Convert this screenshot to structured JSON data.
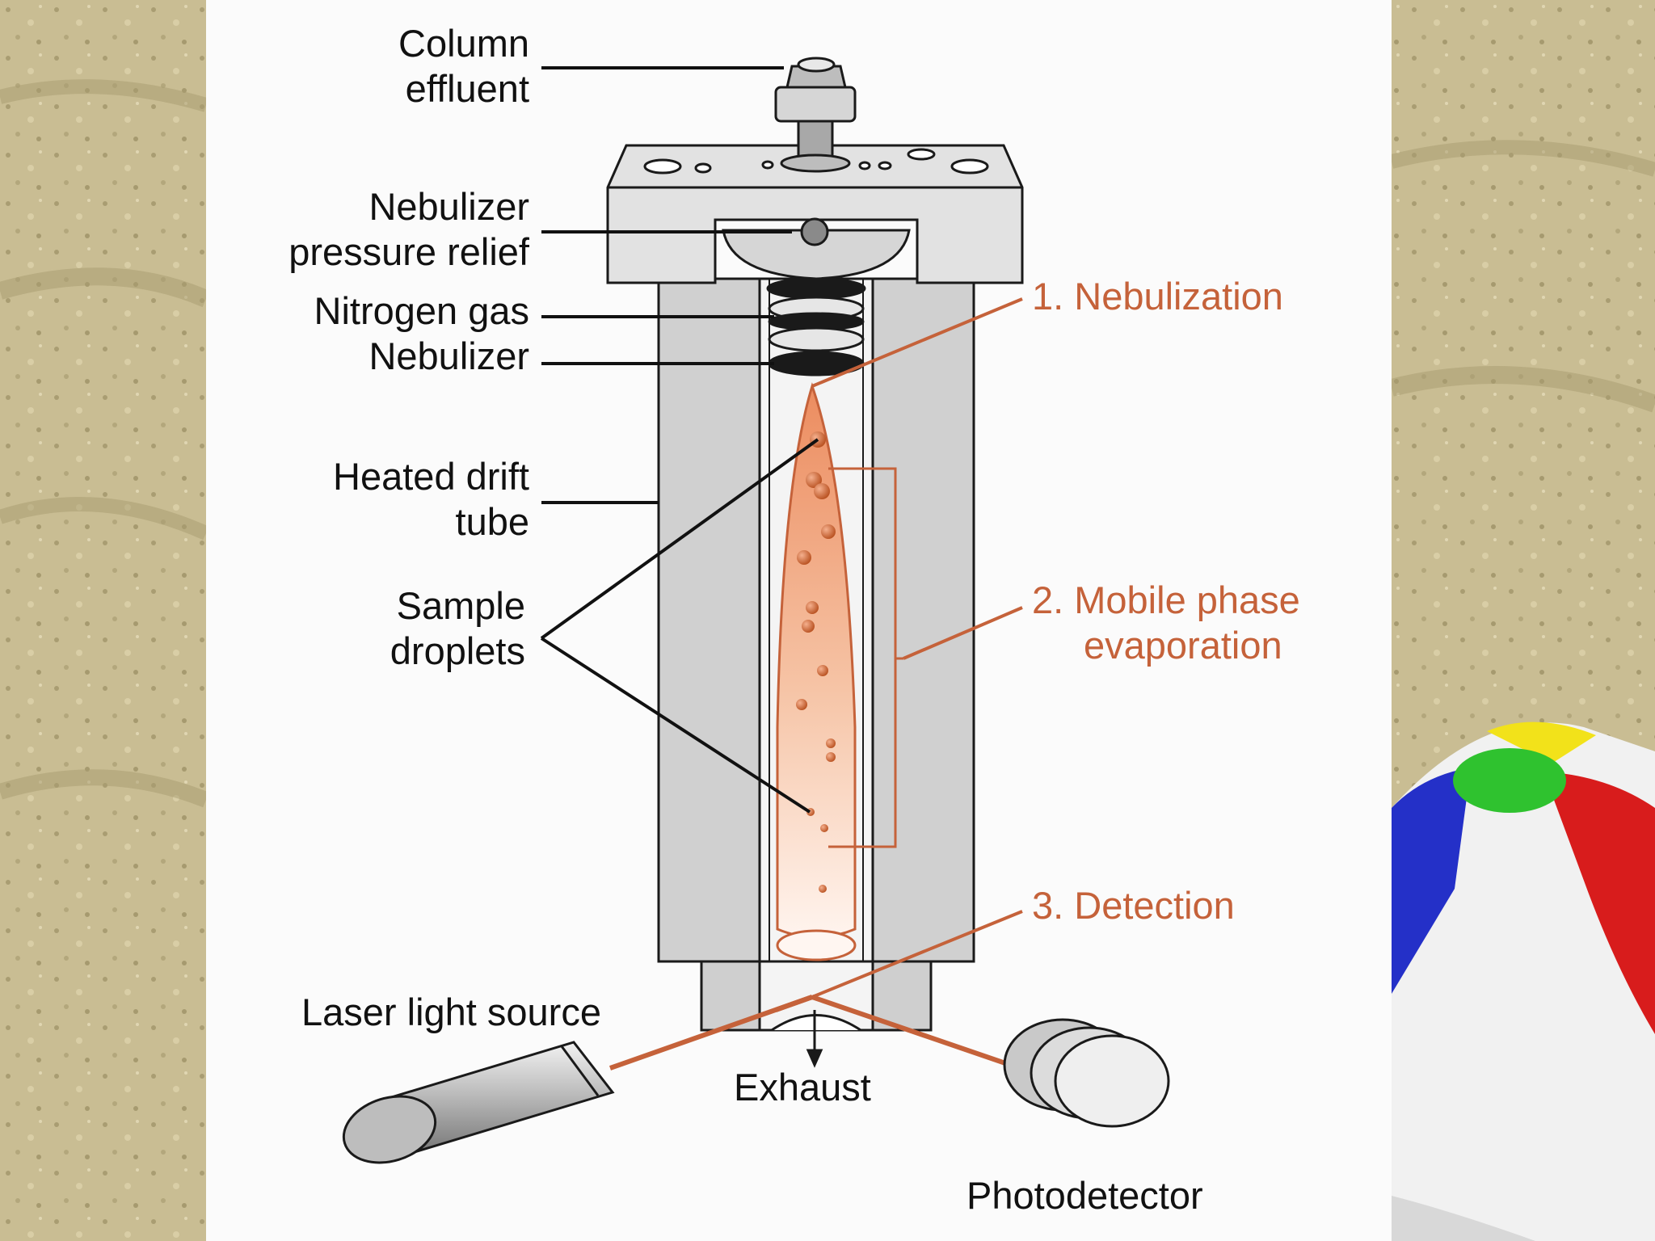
{
  "colors": {
    "sand": "#c9bd93",
    "panel": "#fbfbfb",
    "accent": "#c5623a",
    "plume_top": "#ec8c5f",
    "metal_gray": "#c7c7c7"
  },
  "labels": {
    "column_effluent": [
      "Column",
      "effluent"
    ],
    "nebulizer_pressure_relief": [
      "Nebulizer",
      "pressure relief"
    ],
    "nitrogen_gas": "Nitrogen gas",
    "nebulizer": "Nebulizer",
    "heated_drift_tube": [
      "Heated drift",
      "tube"
    ],
    "sample_droplets": [
      "Sample",
      "droplets"
    ],
    "laser_light_source": "Laser light source",
    "exhaust": "Exhaust",
    "photodetector": "Photodetector"
  },
  "steps": {
    "nebulization": "1. Nebulization",
    "evaporation": [
      "2. Mobile phase",
      "evaporation"
    ],
    "detection": "3. Detection"
  },
  "decorations": {
    "background": "sand-texture",
    "corner_object": "beach-ball-icon"
  }
}
